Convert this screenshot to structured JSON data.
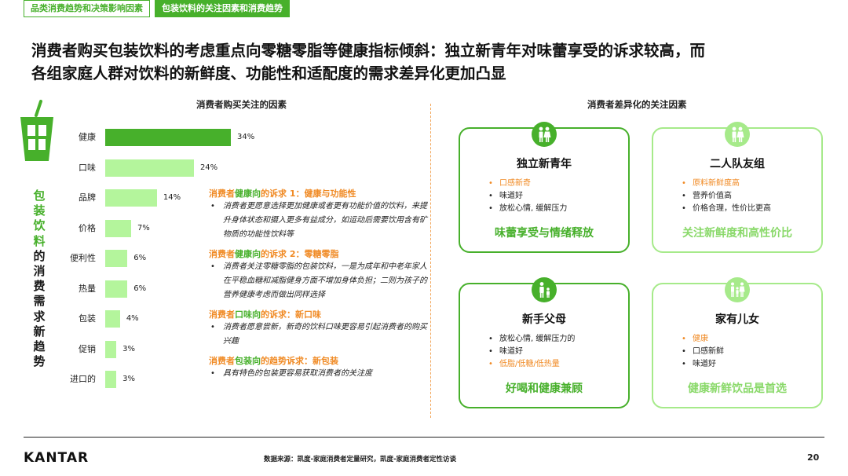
{
  "tabs": [
    {
      "label": "品类消费趋势和决策影响因素",
      "active": false
    },
    {
      "label": "包装饮料的关注因素和消费趋势",
      "active": true
    }
  ],
  "headline": {
    "line1": "消费者购买包装饮料的考虑重点向零糖零脂等健康指标倾斜：独立新青年对味蕾享受的诉求较高，而",
    "line2": "各组家庭人群对饮料的新鲜度、功能性和适配度的需求差异化更加凸显"
  },
  "left_section_title": "消费者购买关注的因素",
  "right_section_title": "消费者差异化的关注因素",
  "vertical_label": {
    "green_chars": [
      "包",
      "装",
      "饮",
      "料"
    ],
    "dark_chars": [
      "的",
      "消",
      "费",
      "需",
      "求",
      "新",
      "趋",
      "势"
    ]
  },
  "chart_data": {
    "type": "bar",
    "orientation": "horizontal",
    "categories": [
      "健康",
      "口味",
      "品牌",
      "价格",
      "便利性",
      "热量",
      "包装",
      "促销",
      "进口的"
    ],
    "values": [
      34,
      24,
      14,
      7,
      6,
      6,
      4,
      3,
      3
    ],
    "value_labels": [
      "34%",
      "24%",
      "14%",
      "7%",
      "6%",
      "6%",
      "4%",
      "3%",
      "3%"
    ],
    "unit": "%",
    "colors": {
      "top": "#47b02b",
      "rest": "#b4f59c"
    }
  },
  "claims": [
    {
      "prefix": "消费者",
      "emph": "健康向",
      "suffix": "的诉求 1：健康与功能性",
      "body": "消费者更愿意选择更加健康或者更有功能价值的饮料，来提升身体状态和摄入更多有益成分，如运动后需要饮用含有矿物质的功能性饮料等"
    },
    {
      "prefix": "消费者",
      "emph": "健康向",
      "suffix": "的诉求 2：零糖零脂",
      "body": "消费者关注零糖零脂的包装饮料，一是为成年和中老年家人在平稳血糖和减脂健身方面不增加身体负担；二则为孩子的营养健康考虑而做出同样选择"
    },
    {
      "prefix": "消费者",
      "emph": "口味向",
      "suffix": "的诉求：新口味",
      "body": "消费者愿意尝新，新奇的饮料口味更容易引起消费者的购买兴趣"
    },
    {
      "prefix": "消费者",
      "emph": "包装向",
      "suffix": "的趋势诉求：新包装",
      "body": "具有特色的包装更容易获取消费者的关注度"
    }
  ],
  "segments": [
    {
      "title": "独立新青年",
      "icon": "couple-icon",
      "style": "dark",
      "items": [
        {
          "text": "口感新奇",
          "highlight": true
        },
        {
          "text": "味道好",
          "highlight": false
        },
        {
          "text": "放松心情, 缓解压力",
          "highlight": false
        }
      ],
      "footer": "味蕾享受与情绪释放"
    },
    {
      "title": "二人队友组",
      "icon": "couple-icon",
      "style": "light",
      "items": [
        {
          "text": "原料新鲜度高",
          "highlight": true
        },
        {
          "text": "营养价值高",
          "highlight": false
        },
        {
          "text": "价格合理，性价比更高",
          "highlight": false
        }
      ],
      "footer": "关注新鲜度和高性价比"
    },
    {
      "title": "新手父母",
      "icon": "parent-child-icon",
      "style": "dark",
      "items": [
        {
          "text": "放松心情, 缓解压力的",
          "highlight": false
        },
        {
          "text": "味道好",
          "highlight": false
        },
        {
          "text": "低脂/低糖/低热量",
          "highlight": true
        }
      ],
      "footer": "好喝和健康兼顾"
    },
    {
      "title": "家有儿女",
      "icon": "family-icon",
      "style": "light",
      "items": [
        {
          "text": "健康",
          "highlight": true
        },
        {
          "text": "口感新鲜",
          "highlight": false
        },
        {
          "text": "味道好",
          "highlight": false
        }
      ],
      "footer": "健康新鲜饮品是首选"
    }
  ],
  "footer": {
    "logo": "KANTAR",
    "source": "数据来源：凯度-家庭消费者定量研究，凯度-家庭消费者定性访谈",
    "page_number": "20"
  }
}
